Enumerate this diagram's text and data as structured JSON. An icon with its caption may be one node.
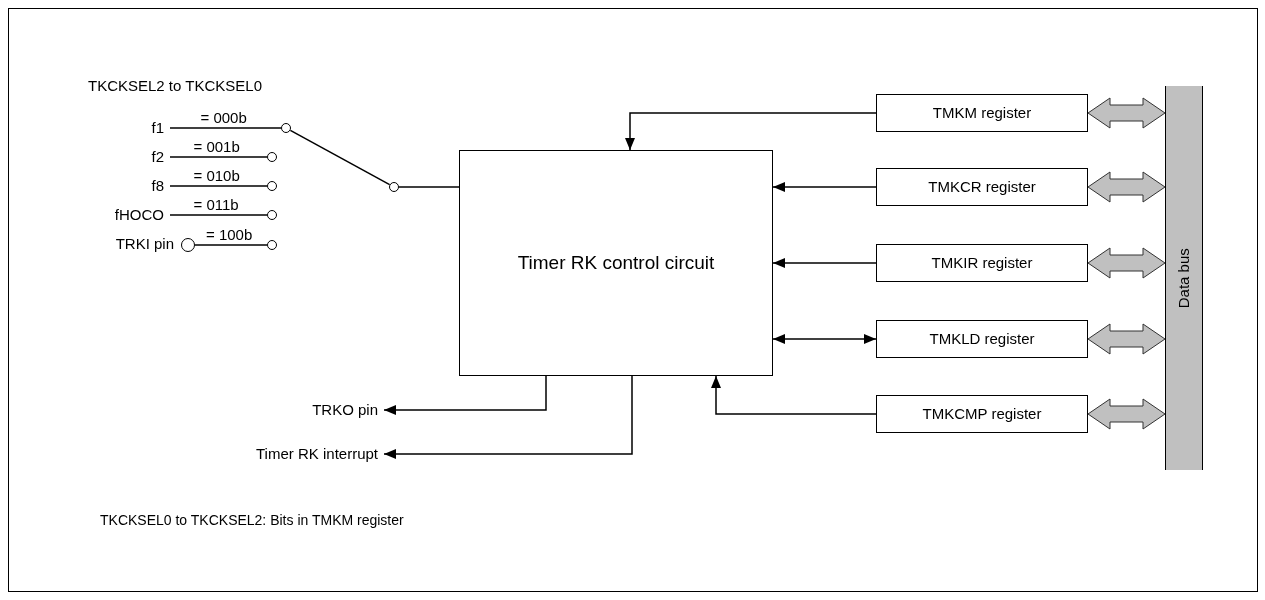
{
  "diagram": {
    "nodes": [
      {
        "text": [
          "f1"
        ]
      },
      {
        "text": [
          "f2"
        ]
      },
      {
        "text": [
          "f8"
        ]
      },
      {
        "text": [
          "fHOCO"
        ]
      },
      {
        "text": [],
        "shape": "circle",
        "beside": [
          "TRKI pin"
        ]
      },
      {
        "text": [],
        "shape": "circle"
      },
      {
        "text": [],
        "shape": "circle"
      },
      {
        "text": [],
        "shape": "circle"
      },
      {
        "text": [],
        "shape": "circle"
      },
      {
        "text": [],
        "shape": "circle"
      },
      {
        "text": [],
        "shape": "circle"
      },
      {
        "text": [
          "Timer RK control circuit"
        ]
      },
      {
        "text": [
          "TMKM register"
        ]
      },
      {
        "text": [
          "TMKCR register"
        ]
      },
      {
        "text": [
          "TMKIR register"
        ]
      },
      {
        "text": [
          "TMKLD register"
        ]
      },
      {
        "text": [
          "TMKCMP register"
        ]
      },
      {
        "text": [
          "Data bus"
        ]
      },
      {
        "text": [
          "TRKO pin"
        ]
      },
      {
        "text": [
          "Timer RK interrupt"
        ]
      }
    ],
    "edges": [
      {
        "from": 0,
        "to": 5,
        "arrow": "none",
        "label": "= 000b"
      },
      {
        "from": 1,
        "to": 6,
        "arrow": "none",
        "label": "= 001b"
      },
      {
        "from": 2,
        "to": 7,
        "arrow": "none",
        "label": "= 010b"
      },
      {
        "from": 3,
        "to": 8,
        "arrow": "none",
        "label": "= 011b"
      },
      {
        "from": 4,
        "to": 9,
        "arrow": "none",
        "label": "= 100b"
      },
      {
        "from": 5,
        "to": 10,
        "arrow": "none"
      },
      {
        "from": 10,
        "to": 11,
        "arrow": "none"
      },
      {
        "from": 12,
        "to": 11,
        "arrow": "to"
      },
      {
        "from": 13,
        "to": 11,
        "arrow": "to"
      },
      {
        "from": 14,
        "to": 11,
        "arrow": "to"
      },
      {
        "from": 15,
        "to": 11,
        "arrow": "both"
      },
      {
        "from": 16,
        "to": 11,
        "arrow": "to"
      },
      {
        "from": 11,
        "to": 18,
        "arrow": "to"
      },
      {
        "from": 11,
        "to": 19,
        "arrow": "to"
      },
      {
        "from": 12,
        "to": 17,
        "arrow": "both",
        "style": "thick"
      },
      {
        "from": 13,
        "to": 17,
        "arrow": "both",
        "style": "thick"
      },
      {
        "from": 14,
        "to": 17,
        "arrow": "both",
        "style": "thick"
      },
      {
        "from": 15,
        "to": 17,
        "arrow": "both",
        "style": "thick"
      },
      {
        "from": 16,
        "to": 17,
        "arrow": "both",
        "style": "thick"
      }
    ],
    "labels": [
      "TKCKSEL2 to TKCKSEL0",
      "TKCKSEL0 to TKCKSEL2: Bits in TMKM register"
    ]
  }
}
